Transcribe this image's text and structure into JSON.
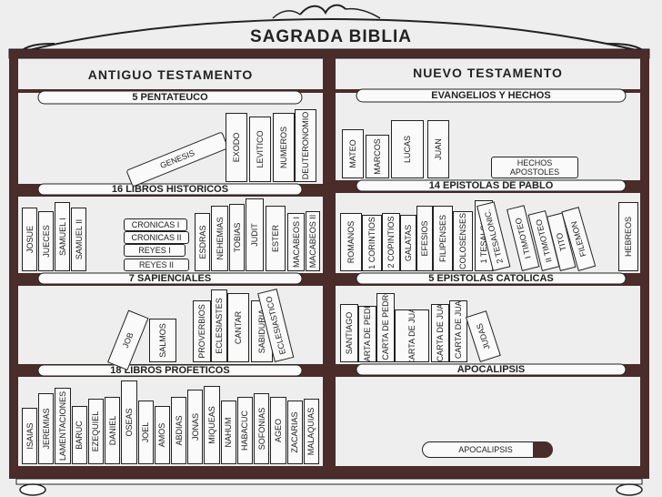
{
  "title": "SAGRADA BIBLIA",
  "antiguo": {
    "heading": "ANTIGUO TESTAMENTO",
    "pentateuco_label": "5 PENTATEUCO",
    "pentateuco": [
      "GENESIS",
      "EXODO",
      "LEVITICO",
      "NUMEROS",
      "DEUTERONOMIO"
    ],
    "historicos_label": "16 LIBROS HISTORICOS",
    "historicos_vertical": [
      "JOSUE",
      "JUECES",
      "SAMUEL I",
      "SAMUEL II",
      "ESDRAS",
      "NEHEMIAS",
      "TOBIAS",
      "JUDIT",
      "ESTER",
      "MACABEOS I",
      "MACABEOS II"
    ],
    "historicos_stack": [
      "CRONICAS I",
      "CRONICAS II",
      "REYES I",
      "REYES II"
    ],
    "sapienciales_label": "7 SAPIENCIALES",
    "sapienciales": [
      "JOB",
      "SALMOS",
      "PROVERBIOS",
      "ECLESIASTES",
      "CANTAR",
      "SABIDURIA",
      "ECLESIASTICO"
    ],
    "profeticos_label": "18 LIBROS PROFETICOS",
    "profeticos": [
      "ISAIAS",
      "JEREMIAS",
      "LAMENTACIONES",
      "BARUC",
      "EZEQUIEL",
      "DANIEL",
      "OSEAS",
      "JOEL",
      "AMOS",
      "ABDIAS",
      "JONAS",
      "MIQUEAS",
      "NAHUM",
      "HABACUC",
      "SOFONIAS",
      "AGEO",
      "ZACARIAS",
      "MALAQUIAS"
    ]
  },
  "nuevo": {
    "heading": "NUEVO TESTAMENTO",
    "evangelios_label": "EVANGELIOS Y HECHOS",
    "evangelios": [
      "MATEO",
      "MARCOS",
      "LUCAS",
      "JUAN"
    ],
    "hechos": "HECHOS APOSTOLES",
    "pablo_label": "14 EPISTOLAS DE PABLO",
    "pablo": [
      "ROMANOS",
      "1 CORINTIOS",
      "2 COPINTIOS",
      "GALATAS",
      "EFESIOS",
      "FILIPENSES",
      "COLOSENSES",
      "1 TESALONIC.",
      "2 TESALONIC.",
      "I TIMOTEO",
      "II TIMOTEO",
      "TITO",
      "FILEMON",
      "HEBREOS"
    ],
    "catolicas_label": "5 EPISTOLAS CATOLICAS",
    "catolicas": [
      "SANTIAGO",
      "I CARTA DE PEDRO",
      "II CARTA DE PEDRO",
      "I CARTA DE JUAN",
      "II CARTA DE JUAN",
      "III CARTA DE JUAN",
      "JUDAS"
    ],
    "apocalipsis_label": "APOCALIPSIS",
    "apocalipsis_book": "APOCALIPSIS"
  }
}
